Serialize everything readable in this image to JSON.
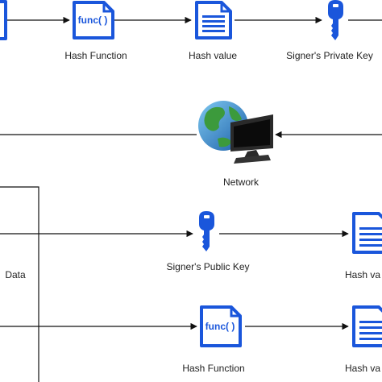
{
  "labels": {
    "hash_function_top": "Hash Function",
    "hash_value_top": "Hash value",
    "private_key": "Signer's Private Key",
    "network": "Network",
    "public_key": "Signer's Public Key",
    "hash_value_mid": "Hash va",
    "data": "Data",
    "hash_function_bottom": "Hash Function",
    "hash_value_bottom": "Hash va"
  },
  "icons": {
    "func_text": "func( )"
  },
  "colors": {
    "icon_blue": "#1a56db",
    "line": "#111111"
  }
}
